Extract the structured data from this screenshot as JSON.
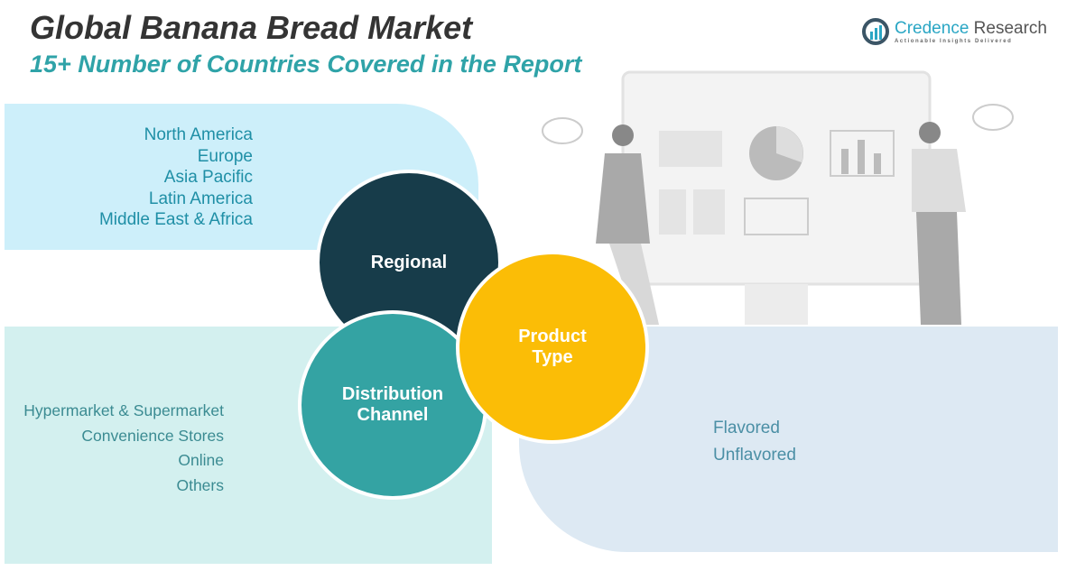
{
  "header": {
    "title": "Global Banana Bread Market",
    "subtitle": "15+ Number of Countries Covered in the Report"
  },
  "logo": {
    "name_part1": "Credence",
    "name_part2": " Research",
    "tagline": "Actionable Insights Delivered"
  },
  "segments": {
    "regional": {
      "label": "Regional",
      "items": [
        "North America",
        "Europe",
        "Asia Pacific",
        "Latin America",
        "Middle East & Africa"
      ]
    },
    "distribution": {
      "label": "Distribution Channel",
      "items": [
        "Hypermarket & Supermarket",
        "Convenience Stores",
        "Online",
        "Others"
      ]
    },
    "product": {
      "label": "Product Type",
      "items": [
        "Flavored",
        "Unflavored"
      ]
    }
  },
  "colors": {
    "regional": "#173c4a",
    "distribution": "#34a3a3",
    "product": "#fbbd06"
  }
}
